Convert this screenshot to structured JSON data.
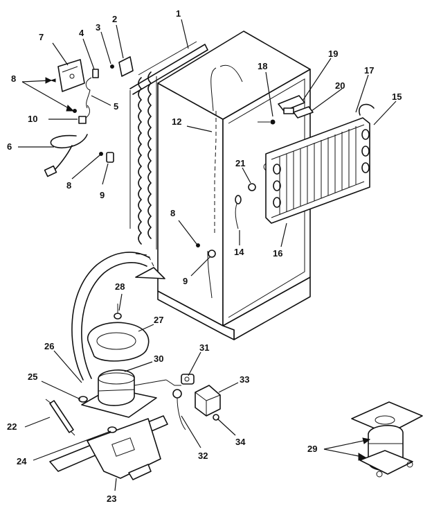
{
  "callouts": {
    "c1": "1",
    "c2": "2",
    "c3": "3",
    "c4": "4",
    "c5": "5",
    "c6": "6",
    "c7": "7",
    "c8a": "8",
    "c8b": "8",
    "c8c": "8",
    "c9a": "9",
    "c9b": "9",
    "c10": "10",
    "c12": "12",
    "c14": "14",
    "c15": "15",
    "c16": "16",
    "c17": "17",
    "c18": "18",
    "c19": "19",
    "c20": "20",
    "c21": "21",
    "c22": "22",
    "c23": "23",
    "c24": "24",
    "c25": "25",
    "c26": "26",
    "c27": "27",
    "c28": "28",
    "c29": "29",
    "c30": "30",
    "c31": "31",
    "c32": "32",
    "c33": "33",
    "c34": "34"
  }
}
